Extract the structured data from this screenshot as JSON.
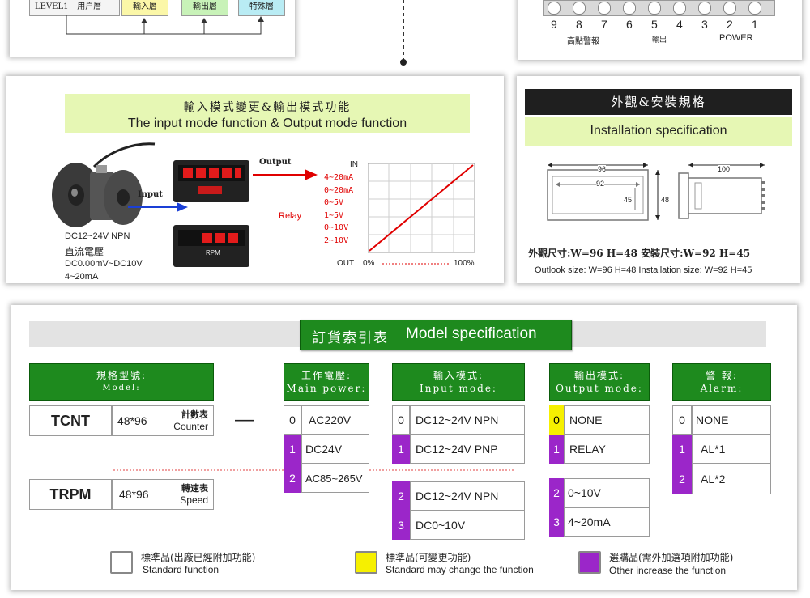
{
  "top_left": {
    "level1": "LEVEL1",
    "user_layer": "用户層",
    "input_layer": "輸入層",
    "output_layer": "輸出層",
    "special_layer": "特殊層"
  },
  "top_right": {
    "pins": [
      "9",
      "8",
      "7",
      "6",
      "5",
      "4",
      "3",
      "2",
      "1"
    ],
    "groups": [
      "高點警報",
      "輸出",
      "POWER"
    ]
  },
  "io_section": {
    "title_zh": "輸入模式變更&輸出模式功能",
    "title_en": "The input mode function & Output mode function",
    "input_label": "Input",
    "output_label": "Output",
    "relay_label": "Relay",
    "in_label": "IN",
    "out_label": "OUT",
    "out_start": "0%",
    "out_end": "100%",
    "ranges": [
      "4~20mA",
      "0~20mA",
      "0~5V",
      "1~5V",
      "0~10V",
      "2~10V"
    ],
    "sensor_spec": "DC12~24V NPN",
    "dc_voltage": "直流電壓",
    "dc_range": "DC0.00mV~DC10V",
    "ma_range": "4~20mA",
    "rpm_label": "RPM",
    "colors": {
      "line": "#e00000",
      "arrow_in": "#1a3fd6",
      "arrow_out": "#e00000"
    }
  },
  "install": {
    "title_zh": "外觀&安裝規格",
    "title_en": "Installation specification",
    "dim_96": "96",
    "dim_92": "92",
    "dim_45": "45",
    "dim_48": "48",
    "dim_100": "100",
    "size_zh": "外觀尺寸:W=96 H=48 安裝尺寸:W=92 H=45",
    "size_en": "Outlook size: W=96 H=48   Installation size: W=92 H=45"
  },
  "model": {
    "title_zh": "訂貨索引表",
    "title_en": "Model specification",
    "headers": {
      "model": {
        "zh": "規格型號:",
        "en": "Model:"
      },
      "power": {
        "zh": "工作電壓:",
        "en": "Main power:"
      },
      "input": {
        "zh": "輸入模式:",
        "en": "Input mode:"
      },
      "output": {
        "zh": "輸出模式:",
        "en": "Output mode:"
      },
      "alarm": {
        "zh": "警 報:",
        "en": "Alarm:"
      }
    },
    "models": [
      {
        "name": "TCNT",
        "size": "48*96",
        "type_zh": "計數表",
        "type_en": "Counter"
      },
      {
        "name": "TRPM",
        "size": "48*96",
        "type_zh": "轉速表",
        "type_en": "Speed"
      }
    ],
    "dash": "—",
    "power": [
      {
        "code": "0",
        "label": "AC220V"
      },
      {
        "code": "1",
        "label": "DC24V"
      },
      {
        "code": "2",
        "label": "AC85~265V"
      }
    ],
    "input_counter": [
      {
        "code": "0",
        "label": "DC12~24V NPN"
      },
      {
        "code": "1",
        "label": "DC12~24V PNP"
      }
    ],
    "input_speed": [
      {
        "code": "2",
        "label": "DC12~24V NPN"
      },
      {
        "code": "3",
        "label": "DC0~10V"
      }
    ],
    "output_counter": [
      {
        "code": "0",
        "label": "NONE"
      },
      {
        "code": "1",
        "label": "RELAY"
      }
    ],
    "output_speed": [
      {
        "code": "2",
        "label": "0~10V"
      },
      {
        "code": "3",
        "label": "4~20mA"
      }
    ],
    "alarm": [
      {
        "code": "0",
        "label": "NONE"
      },
      {
        "code": "1",
        "label": "AL*1"
      },
      {
        "code": "2",
        "label": "AL*2"
      }
    ],
    "legend": [
      {
        "zh": "標準品(出廠已經附加功能)",
        "en": "Standard function",
        "color": "#ffffff"
      },
      {
        "zh": "標準品(可變更功能)",
        "en": "Standard may change the function",
        "color": "#f6f000"
      },
      {
        "zh": "選購品(需外加選項附加功能)",
        "en": "Other increase the function",
        "color": "#9b26c9"
      }
    ],
    "colors": {
      "header": "#1e8a1e",
      "purple": "#9b26c9",
      "yellow": "#f6f000"
    }
  }
}
